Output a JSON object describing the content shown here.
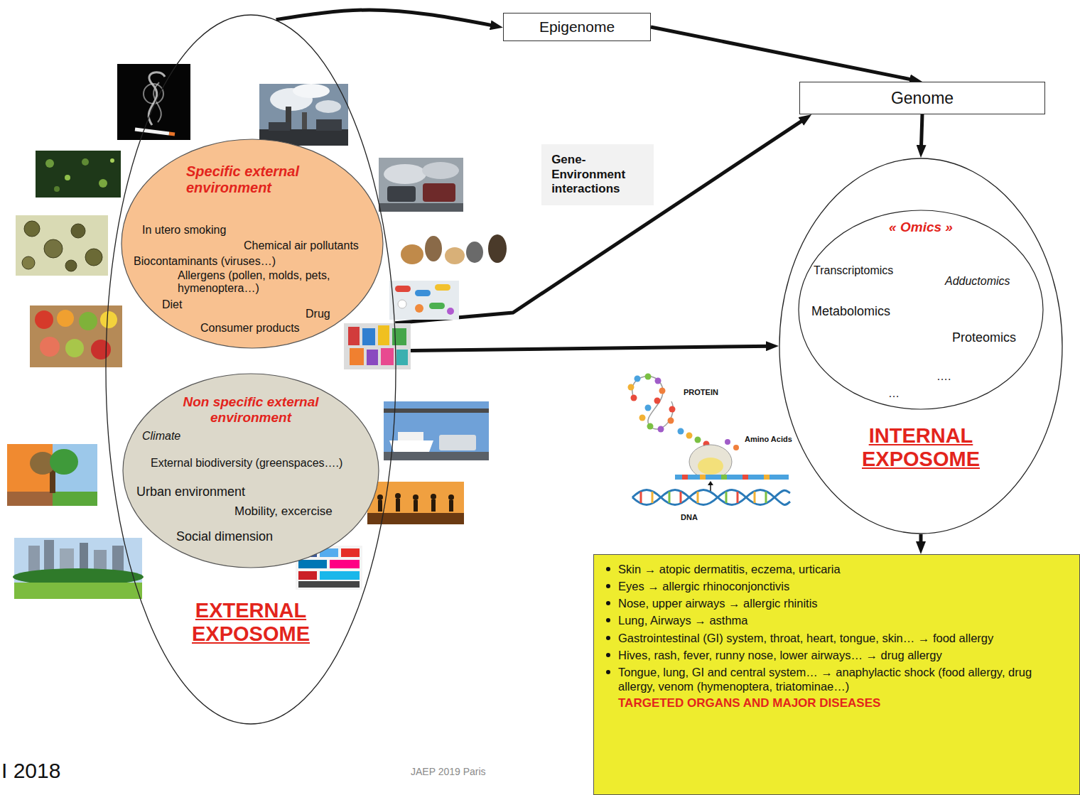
{
  "diagram": {
    "nodes": [
      {
        "text": [
          "Epigenome"
        ]
      },
      {
        "text": [
          "Genome"
        ]
      },
      {
        "text": [
          "EXTERNAL EXPOSOME"
        ]
      },
      {
        "text": [
          "Specific external environment",
          "In utero smoking",
          "Chemical air pollutants",
          "Biocontaminants (viruses…)",
          "Allergens (pollen, molds, pets, hymenoptera…)",
          "Diet",
          "Drug",
          "Consumer products"
        ],
        "in": 2
      },
      {
        "text": [
          "Non specific external environment",
          "Climate",
          "External biodiversity (greenspaces….)",
          "Urban environment",
          "Mobility, excercise",
          "Social dimension"
        ],
        "in": 2
      },
      {
        "text": [
          "INTERNAL EXPOSOME"
        ]
      },
      {
        "text": [
          "« Omics »",
          "Transcriptomics",
          "Adductomics",
          "Metabolomics",
          "Proteomics",
          "….",
          "…"
        ],
        "in": 5
      },
      {
        "text": [
          "Skin → atopic dermatitis, eczema, urticaria",
          "Eyes → allergic rhinoconjonctivis",
          "Nose, upper airways → allergic rhinitis",
          "Lung, Airways → asthma",
          "Gastrointestinal (GI) system, throat, heart, tongue, skin… → food allergy",
          "Hives, rash, fever, runny nose, lower airways… → drug allergy",
          "Tongue, lung, GI and central system… → anaphylactic shock (food allergy, drug allergy, venom (hymenoptera, triatominae…)",
          "TARGETED ORGANS AND MAJOR DISEASES"
        ]
      }
    ],
    "edges": [
      {
        "from": 2,
        "to": 0,
        "arrow": "to"
      },
      {
        "from": 0,
        "to": 1,
        "arrow": "to"
      },
      {
        "from": 2,
        "to": 1,
        "label": "Gene-Environment interactions",
        "arrow": "to"
      },
      {
        "from": 2,
        "to": 5,
        "arrow": "to"
      },
      {
        "from": 1,
        "to": 5,
        "arrow": "to"
      },
      {
        "from": 5,
        "to": 7,
        "arrow": "to"
      }
    ],
    "labels": [
      "PROTEIN",
      "Amino Acids",
      "DNA",
      "I 2018",
      "JAEP 2019 Paris"
    ]
  }
}
